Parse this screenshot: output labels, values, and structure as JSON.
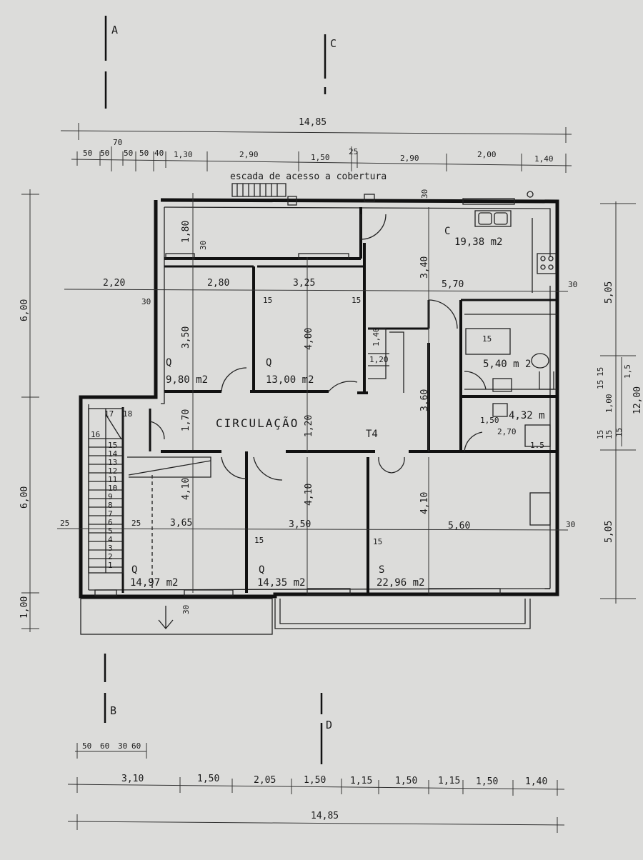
{
  "section_markers": {
    "a": "A",
    "b": "B",
    "c": "C",
    "d": "D"
  },
  "stair_note": "escada de acesso a cobertura",
  "top_dims": {
    "overall": "14,85",
    "segments": [
      "50",
      "50",
      "70",
      "50",
      "50",
      "40",
      "1,30",
      "2,90",
      "1,50",
      "25",
      "2,90",
      "2,00",
      "1,40"
    ]
  },
  "bottom_dims": {
    "overall": "14,85",
    "small": [
      "50",
      "60",
      "30",
      "60"
    ],
    "segments": [
      "3,10",
      "1,50",
      "2,05",
      "1,50",
      "1,15",
      "1,50",
      "1,15",
      "1,50",
      "1,40"
    ]
  },
  "left_dims": {
    "upper": "6,00",
    "lower": "6,00",
    "bottom": "1,00"
  },
  "right_dims": {
    "upper": "5,05",
    "lower": "5,05",
    "overall": "12,00",
    "small": [
      "15",
      "15",
      "1,00",
      "15",
      "15",
      "15",
      "1,5"
    ]
  },
  "rooms": {
    "kitchen_label": "C",
    "kitchen_area": "19,38 m2",
    "bedroom1_label": "Q",
    "bedroom1_area": "9,80 m2",
    "bedroom2_label": "Q",
    "bedroom2_area": "13,00 m2",
    "bath1_area": "5,40 m 2",
    "bath2_area": "4,32 m",
    "circulation": "CIRCULAÇÃO",
    "bedroom3_label": "Q",
    "bedroom3_area": "14,97 m2",
    "bedroom4_label": "Q",
    "bedroom4_area": "14,35 m2",
    "living_label": "S",
    "living_area": "22,96 m2",
    "t4": "T4"
  },
  "interior_dims": {
    "d_220": "2,20",
    "d_280": "2,80",
    "d_325": "3,25",
    "d_570": "5,70",
    "d_180": "1,80",
    "d_350": "3,50",
    "d_400": "4,00",
    "d_340": "3,40",
    "d_360": "3,60",
    "d_270": "2,70",
    "d_150": "1,50",
    "d_140": "1,40",
    "d_120a": "1,20",
    "d_120b": "1,20",
    "d_170": "1,70",
    "d_410a": "4,10",
    "d_410b": "4,10",
    "d_410c": "4,10",
    "d_365": "3,65",
    "d_350b": "3,50",
    "d_560": "5,60",
    "d_25a": "25",
    "d_25b": "25",
    "d_30": "30",
    "d_15": "15",
    "d_ls": "1.5",
    "d_15s": "15"
  },
  "stair_numbers": [
    "17",
    "18",
    "16",
    "15",
    "14",
    "13",
    "12",
    "11",
    "10",
    "9",
    "8",
    "7",
    "6",
    "5",
    "4",
    "3",
    "2",
    "1"
  ]
}
